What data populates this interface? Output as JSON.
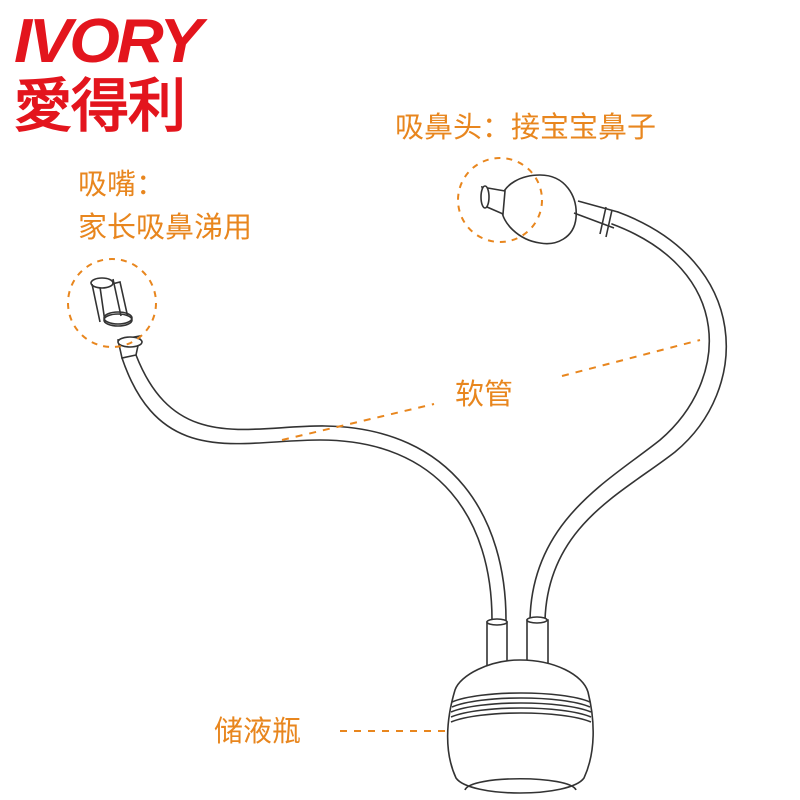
{
  "brand": {
    "name_en": "IVORY",
    "name_cn": "愛得利",
    "color": "#e3151d"
  },
  "accent_color": "#e8861e",
  "labels": {
    "nose_tip": "吸鼻头：接宝宝鼻子",
    "mouthpiece_title": "吸嘴：",
    "mouthpiece_desc": "家长吸鼻涕用",
    "tube": "软管",
    "bottle": "储液瓶"
  }
}
